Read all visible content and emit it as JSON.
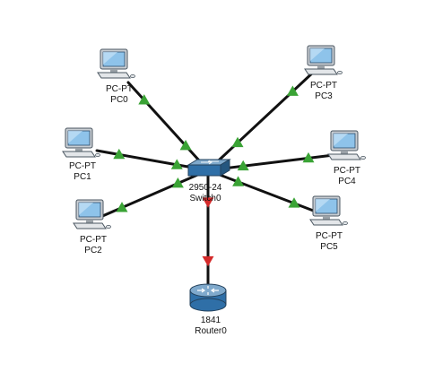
{
  "diagram": {
    "nodes": [
      {
        "id": "switch0",
        "kind": "switch",
        "icon": "switch-icon",
        "model": "2950-24",
        "name": "Switch0"
      },
      {
        "id": "router0",
        "kind": "router",
        "icon": "router-icon",
        "model": "1841",
        "name": "Router0"
      },
      {
        "id": "pc0",
        "kind": "pc",
        "icon": "pc-icon",
        "model": "PC-PT",
        "name": "PC0"
      },
      {
        "id": "pc1",
        "kind": "pc",
        "icon": "pc-icon",
        "model": "PC-PT",
        "name": "PC1"
      },
      {
        "id": "pc2",
        "kind": "pc",
        "icon": "pc-icon",
        "model": "PC-PT",
        "name": "PC2"
      },
      {
        "id": "pc3",
        "kind": "pc",
        "icon": "pc-icon",
        "model": "PC-PT",
        "name": "PC3"
      },
      {
        "id": "pc4",
        "kind": "pc",
        "icon": "pc-icon",
        "model": "PC-PT",
        "name": "PC4"
      },
      {
        "id": "pc5",
        "kind": "pc",
        "icon": "pc-icon",
        "model": "PC-PT",
        "name": "PC5"
      }
    ],
    "links": [
      {
        "from": "switch0",
        "to": "pc0",
        "status": "up"
      },
      {
        "from": "switch0",
        "to": "pc1",
        "status": "up"
      },
      {
        "from": "switch0",
        "to": "pc2",
        "status": "up"
      },
      {
        "from": "switch0",
        "to": "pc3",
        "status": "up"
      },
      {
        "from": "switch0",
        "to": "pc4",
        "status": "up"
      },
      {
        "from": "switch0",
        "to": "pc5",
        "status": "up"
      },
      {
        "from": "switch0",
        "to": "router0",
        "status": "down"
      }
    ],
    "colors": {
      "link": "#111111",
      "status_up": "#3aa335",
      "status_down": "#d42a2a",
      "device_blue": "#2f6fa7",
      "screen": "#8ec3ea"
    }
  }
}
